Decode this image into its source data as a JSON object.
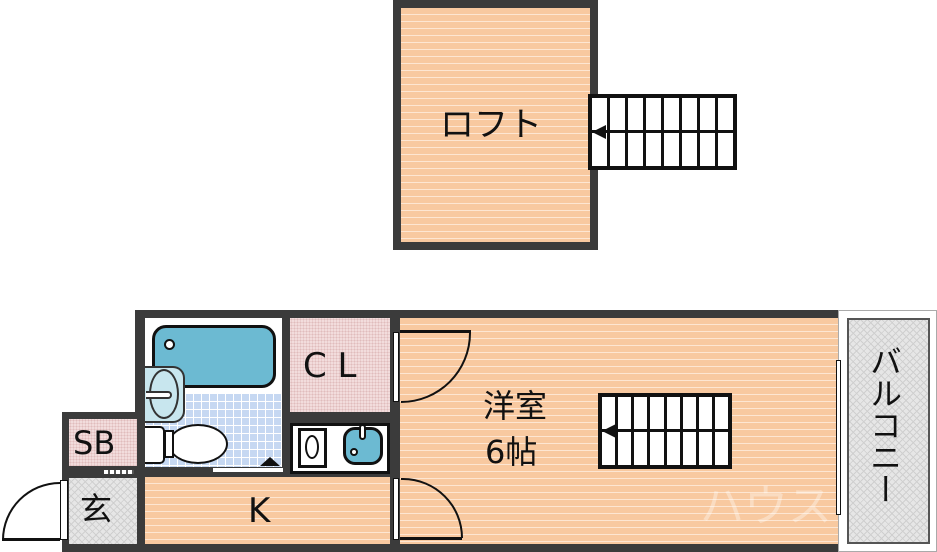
{
  "floorplan": {
    "loft": {
      "label": "ロフト"
    },
    "western_room": {
      "label_line1": "洋室",
      "label_line2": "6帖"
    },
    "closet": {
      "label": "C L"
    },
    "kitchen": {
      "label": "K"
    },
    "shoe_box": {
      "label": "SB"
    },
    "entrance": {
      "label": "玄"
    },
    "balcony": {
      "label": "バルコニー"
    },
    "watermark": {
      "text": "ハウス"
    }
  },
  "colors": {
    "wall": "#3b3b3b",
    "wood_floor": "#f8c9a0",
    "closet_floor": "#f2dcdc",
    "bath_fixture": "#6cbad2",
    "bath_tile": "#c6d8f2",
    "balcony_floor": "#e6e6e6"
  }
}
